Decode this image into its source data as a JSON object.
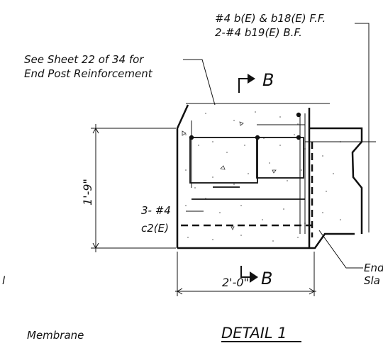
{
  "notes": {
    "top_right_line1": "#4 b(E) & b18(E) F.F.",
    "top_right_line2": "2-#4 b19(E) B.F.",
    "see_sheet_line1": "See Sheet 22 of 34 for",
    "see_sheet_line2": "End Post Reinforcement",
    "bars_line1": "3- #4",
    "bars_line2": "c2(E)",
    "end_slab_line1": "End",
    "end_slab_line2": "Sla",
    "membrane": "Membrane",
    "left_fragment": "l"
  },
  "section_marks": {
    "top_letter": "B",
    "bottom_letter": "B"
  },
  "dimensions": {
    "height": "1'-9\"",
    "width": "2'-0\""
  },
  "detail_title": "DETAIL 1"
}
